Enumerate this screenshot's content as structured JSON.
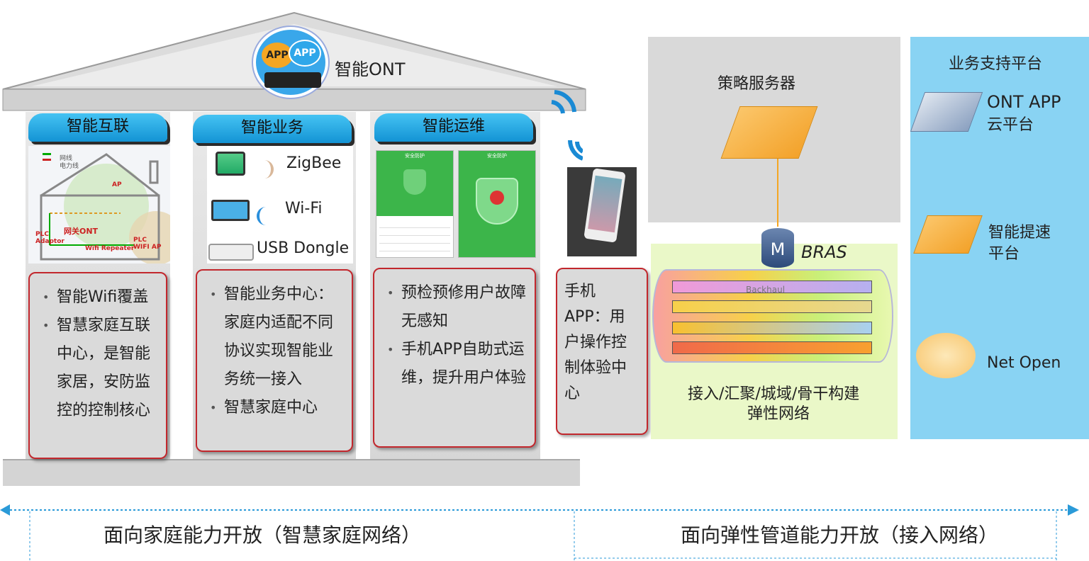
{
  "ont": {
    "app1": "APP",
    "app2": "APP",
    "label": "智能ONT"
  },
  "pillars": [
    {
      "tab": "智能互联",
      "bullets": [
        "智能Wifi覆盖",
        "智慧家庭互联中心，是智能家居，安防监控的控制核心"
      ],
      "diagram": {
        "legend1": "网线",
        "legend2": "电力线",
        "ap": "AP",
        "ont": "网关ONT",
        "plc_adaptor": "PLC Adaptor",
        "repeater": "Wifi Repeater",
        "plc_ap": "PLC WIFI AP"
      }
    },
    {
      "tab": "智能业务",
      "bullets": [
        "智能业务中心：家庭内适配不同协议实现智能业务统一接入",
        "智慧家庭中心"
      ],
      "tech": [
        "ZigBee",
        "Wi-Fi",
        "USB  Dongle"
      ]
    },
    {
      "tab": "智能运维",
      "bullets": [
        "预检预修用户故障无感知",
        "手机APP自助式运维，提升用户体验"
      ],
      "screens": [
        "安全防护",
        "安全防护"
      ]
    }
  ],
  "phone_app": {
    "text": "手机APP：用户操作控制体验中心"
  },
  "policy_server": {
    "label": "策略服务器"
  },
  "bras": {
    "label": "BRAS",
    "icon_letter": "M",
    "backhaul": "Backhaul"
  },
  "network": {
    "caption_line1": "接入/汇聚/城域/骨干构建",
    "caption_line2": "弹性网络"
  },
  "platform": {
    "title": "业务支持平台",
    "items": [
      {
        "line1": "ONT APP",
        "line2": "云平台"
      },
      {
        "line1": "智能提速",
        "line2": "平台"
      },
      {
        "line1": "Net Open",
        "line2": ""
      }
    ]
  },
  "bottom": {
    "left": "面向家庭能力开放（智慧家庭网络）",
    "right": "面向弹性管道能力开放（接入网络）"
  },
  "colors": {
    "tab_blue": "#1a9ad9",
    "card_border": "#c2272d",
    "platform_bg": "#89d3f3",
    "network_bg": "#eaf8c8",
    "server_bg": "#d9d9d9",
    "pipe_orange": "#f7a21a"
  }
}
